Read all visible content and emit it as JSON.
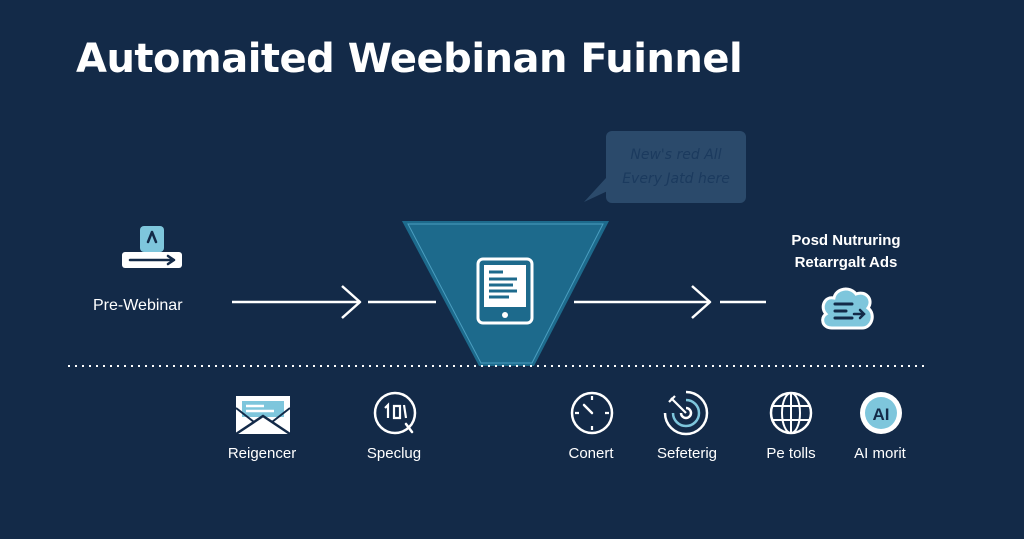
{
  "title": "Automaited Weebinan Fuinnel",
  "callout": {
    "line1": "New's red All",
    "line2": "Every Jatd here"
  },
  "pre_stage": {
    "label": "Pre-Webinar"
  },
  "post_stage": {
    "line1": "Posd Nutruring",
    "line2": "Retarrgalt Ads"
  },
  "bottom_items": [
    {
      "label": "Reigencer",
      "icon": "envelope-icon"
    },
    {
      "label": "Speclug",
      "icon": "clock-icon"
    },
    {
      "label": "Conert",
      "icon": "timer-icon"
    },
    {
      "label": "Sefeterig",
      "icon": "radar-icon"
    },
    {
      "label": "Pe tolls",
      "icon": "globe-icon"
    },
    {
      "label": "AI morit",
      "icon": "ai-icon"
    }
  ],
  "colors": {
    "background": "#132a48",
    "funnel": "#1d6a8c",
    "accent": "#7ec6dc",
    "text": "#ffffff"
  }
}
